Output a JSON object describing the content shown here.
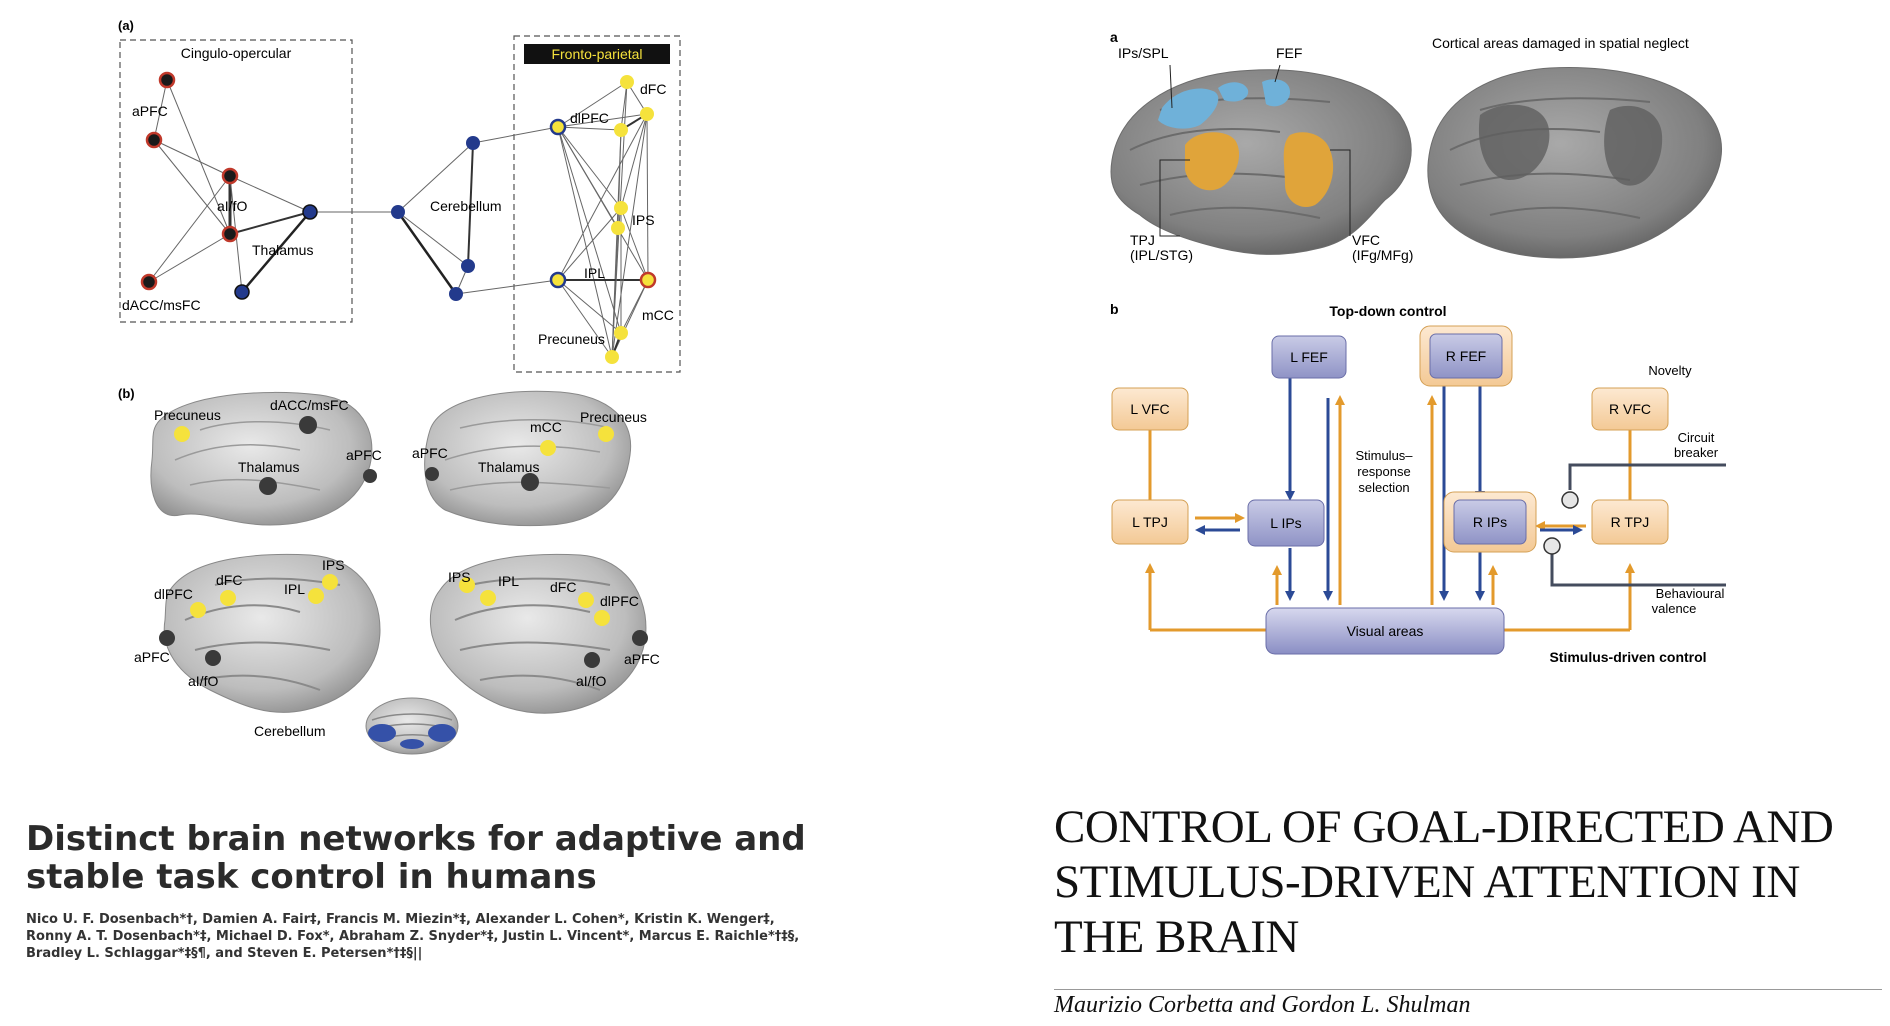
{
  "left_figure": {
    "panel_a_label": "(a)",
    "panel_b_label": "(b)",
    "group_cingulo": "Cingulo-opercular",
    "group_fronto": "Fronto-parietal",
    "nodes": {
      "apfc": "aPFC",
      "aifo": "aI/fO",
      "thalamus": "Thalamus",
      "dacc": "dACC/msFC",
      "cerebellum": "Cerebellum",
      "dfc": "dFC",
      "dlpfc": "dlPFC",
      "ips": "IPS",
      "ipl": "IPL",
      "mcc": "mCC",
      "precuneus": "Precuneus"
    },
    "brain_labels": {
      "precuneus_l": "Precuneus",
      "dacc": "dACC/msFC",
      "apfc_1": "aPFC",
      "thalamus_1": "Thalamus",
      "apfc_2": "aPFC",
      "mcc": "mCC",
      "precuneus_r": "Precuneus",
      "thalamus_2": "Thalamus",
      "dlpfc_l": "dlPFC",
      "dfc_l": "dFC",
      "ips_l": "IPS",
      "ipl_l": "IPL",
      "apfc_3": "aPFC",
      "aifo_l": "aI/fO",
      "ips_r": "IPS",
      "ipl_r": "IPL",
      "dfc_r": "dFC",
      "dlpfc_r": "dlPFC",
      "apfc_4": "aPFC",
      "aifo_r": "aI/fO",
      "cerebellum": "Cerebellum"
    }
  },
  "left_paper": {
    "title": "Distinct brain networks for adaptive and stable task control in humans",
    "authors_line1": "Nico U. F. Dosenbach*†, Damien A. Fair‡, Francis M. Miezin*‡, Alexander L. Cohen*, Kristin K. Wenger‡,",
    "authors_line2": "Ronny A. T. Dosenbach*‡, Michael D. Fox*, Abraham Z. Snyder*‡, Justin L. Vincent*, Marcus E. Raichle*†‡§,",
    "authors_line3": "Bradley L. Schlaggar*‡§¶, and Steven E. Petersen*†‡§||"
  },
  "right_figure": {
    "panel_a_label": "a",
    "panel_b_label": "b",
    "ips_spl": "IPs/SPL",
    "fef": "FEF",
    "cortical_caption": "Cortical areas damaged in spatial neglect",
    "tpj": "TPJ",
    "tpj_sub": "(IPL/STG)",
    "vfc": "VFC",
    "vfc_sub": "(IFg/MFg)",
    "top_down": "Top-down control",
    "stimulus_driven": "Stimulus-driven control",
    "l_fef": "L FEF",
    "r_fef": "R FEF",
    "l_vfc": "L VFC",
    "r_vfc": "R VFC",
    "l_tpj": "L TPJ",
    "r_tpj": "R TPJ",
    "l_ips": "L IPs",
    "r_ips": "R IPs",
    "visual_areas": "Visual areas",
    "srs_1": "Stimulus–",
    "srs_2": "response",
    "srs_3": "selection",
    "novelty": "Novelty",
    "circuit_1": "Circuit",
    "circuit_2": "breaker",
    "behav_1": "Behavioural",
    "behav_2": "valence"
  },
  "right_paper": {
    "title": "CONTROL OF GOAL-DIRECTED AND STIMULUS-DRIVEN ATTENTION IN THE BRAIN",
    "authors": "Maurizio Corbetta and Gordon L. Shulman"
  },
  "colors": {
    "fronto_parietal_node": "#f5e23c",
    "cingulo_node": "#1a1a1a",
    "cingulo_ring": "#c0392b",
    "cerebellum_node": "#233a8c",
    "orange_region": "#e0a43a",
    "blue_region": "#6fb1d9",
    "lavender_box": "#8f93c6",
    "peach_box": "#f5d3a8"
  }
}
